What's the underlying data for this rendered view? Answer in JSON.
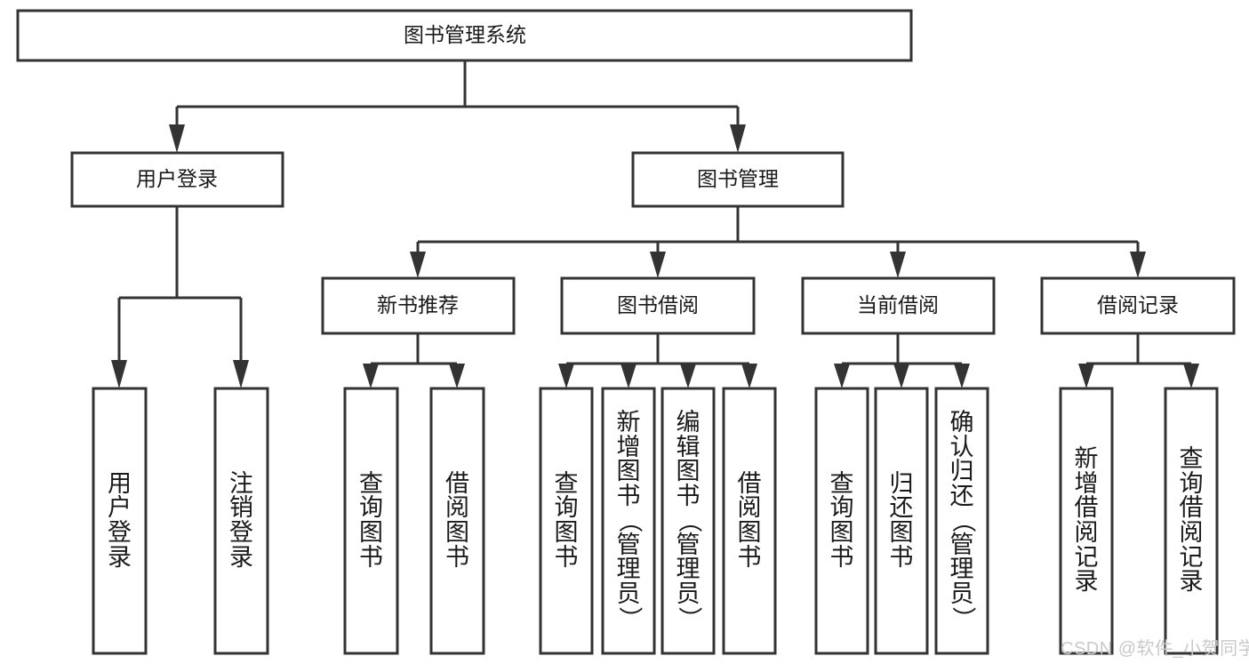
{
  "diagram": {
    "title": "图书管理系统",
    "watermark": "CSDN @软件_小贺同学",
    "colors": {
      "stroke": "#333333",
      "box_fill": "#ffffff",
      "text": "#1a1a1a",
      "watermark": "#c9c9c9",
      "background": "#ffffff"
    },
    "root": {
      "label": "图书管理系统"
    },
    "level2": [
      {
        "label": "用户登录"
      },
      {
        "label": "图书管理"
      }
    ],
    "level3": [
      {
        "label": "新书推荐"
      },
      {
        "label": "图书借阅"
      },
      {
        "label": "当前借阅"
      },
      {
        "label": "借阅记录"
      }
    ],
    "leaves": {
      "user_login": [
        {
          "label": "用户登录"
        },
        {
          "label": "注销登录"
        }
      ],
      "new_book_recommend": [
        {
          "label": "查询图书"
        },
        {
          "label": "借阅图书"
        }
      ],
      "book_borrow": [
        {
          "label": "查询图书"
        },
        {
          "label": "新增图书（管理员）"
        },
        {
          "label": "编辑图书（管理员）"
        },
        {
          "label": "借阅图书"
        }
      ],
      "current_borrow": [
        {
          "label": "查询图书"
        },
        {
          "label": "归还图书"
        },
        {
          "label": "确认归还（管理员）"
        }
      ],
      "borrow_records": [
        {
          "label": "新增借阅记录"
        },
        {
          "label": "查询借阅记录"
        }
      ]
    }
  }
}
